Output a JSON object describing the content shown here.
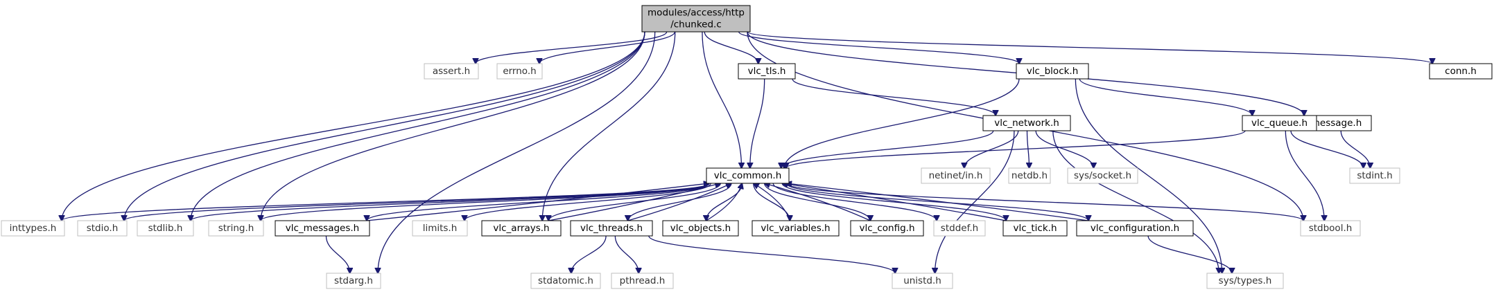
{
  "graph": {
    "nodes": [
      {
        "id": "root",
        "lines": [
          "modules/access/http",
          "/chunked.c"
        ],
        "style": "root"
      },
      {
        "id": "assert",
        "lines": [
          "assert.h"
        ],
        "style": "external"
      },
      {
        "id": "errno",
        "lines": [
          "errno.h"
        ],
        "style": "external"
      },
      {
        "id": "inttypes",
        "lines": [
          "inttypes.h"
        ],
        "style": "external"
      },
      {
        "id": "vlc_tls",
        "lines": [
          "vlc_tls.h"
        ],
        "style": "project"
      },
      {
        "id": "vlc_block",
        "lines": [
          "vlc_block.h"
        ],
        "style": "project"
      },
      {
        "id": "conn",
        "lines": [
          "conn.h"
        ],
        "style": "project"
      },
      {
        "id": "message",
        "lines": [
          "message.h"
        ],
        "style": "project"
      },
      {
        "id": "vlc_network",
        "lines": [
          "vlc_network.h"
        ],
        "style": "project"
      },
      {
        "id": "vlc_queue",
        "lines": [
          "vlc_queue.h"
        ],
        "style": "project"
      },
      {
        "id": "vlc_common",
        "lines": [
          "vlc_common.h"
        ],
        "style": "project"
      },
      {
        "id": "netinet",
        "lines": [
          "netinet/in.h"
        ],
        "style": "external"
      },
      {
        "id": "netdb",
        "lines": [
          "netdb.h"
        ],
        "style": "external"
      },
      {
        "id": "syssocket",
        "lines": [
          "sys/socket.h"
        ],
        "style": "external"
      },
      {
        "id": "stdint",
        "lines": [
          "stdint.h"
        ],
        "style": "external"
      },
      {
        "id": "stdio",
        "lines": [
          "stdio.h"
        ],
        "style": "external"
      },
      {
        "id": "stdlib",
        "lines": [
          "stdlib.h"
        ],
        "style": "external"
      },
      {
        "id": "string",
        "lines": [
          "string.h"
        ],
        "style": "external"
      },
      {
        "id": "vlc_messages",
        "lines": [
          "vlc_messages.h"
        ],
        "style": "project"
      },
      {
        "id": "limits",
        "lines": [
          "limits.h"
        ],
        "style": "external"
      },
      {
        "id": "vlc_arrays",
        "lines": [
          "vlc_arrays.h"
        ],
        "style": "project"
      },
      {
        "id": "vlc_threads",
        "lines": [
          "vlc_threads.h"
        ],
        "style": "project"
      },
      {
        "id": "vlc_objects",
        "lines": [
          "vlc_objects.h"
        ],
        "style": "project"
      },
      {
        "id": "vlc_variables",
        "lines": [
          "vlc_variables.h"
        ],
        "style": "project"
      },
      {
        "id": "vlc_config",
        "lines": [
          "vlc_config.h"
        ],
        "style": "project"
      },
      {
        "id": "stddef",
        "lines": [
          "stddef.h"
        ],
        "style": "external"
      },
      {
        "id": "vlc_tick",
        "lines": [
          "vlc_tick.h"
        ],
        "style": "project"
      },
      {
        "id": "vlc_configuration",
        "lines": [
          "vlc_configuration.h"
        ],
        "style": "project"
      },
      {
        "id": "stdbool",
        "lines": [
          "stdbool.h"
        ],
        "style": "external"
      },
      {
        "id": "stdarg",
        "lines": [
          "stdarg.h"
        ],
        "style": "external"
      },
      {
        "id": "stdatomic",
        "lines": [
          "stdatomic.h"
        ],
        "style": "external"
      },
      {
        "id": "pthread",
        "lines": [
          "pthread.h"
        ],
        "style": "external"
      },
      {
        "id": "unistd",
        "lines": [
          "unistd.h"
        ],
        "style": "external"
      },
      {
        "id": "systypes",
        "lines": [
          "sys/types.h"
        ],
        "style": "external"
      }
    ],
    "edges": [
      [
        "root",
        "assert"
      ],
      [
        "root",
        "errno"
      ],
      [
        "root",
        "inttypes"
      ],
      [
        "root",
        "vlc_tls"
      ],
      [
        "root",
        "vlc_block"
      ],
      [
        "root",
        "conn"
      ],
      [
        "root",
        "message"
      ],
      [
        "root",
        "stdbool"
      ],
      [
        "root",
        "vlc_common"
      ],
      [
        "root",
        "stdio"
      ],
      [
        "root",
        "stdlib"
      ],
      [
        "root",
        "string"
      ],
      [
        "root",
        "stdarg"
      ],
      [
        "root",
        "vlc_arrays"
      ],
      [
        "vlc_tls",
        "vlc_common"
      ],
      [
        "vlc_tls",
        "vlc_network"
      ],
      [
        "vlc_block",
        "vlc_common"
      ],
      [
        "vlc_block",
        "vlc_queue"
      ],
      [
        "vlc_block",
        "systypes"
      ],
      [
        "vlc_network",
        "vlc_common"
      ],
      [
        "vlc_network",
        "netinet"
      ],
      [
        "vlc_network",
        "netdb"
      ],
      [
        "vlc_network",
        "syssocket"
      ],
      [
        "vlc_network",
        "unistd"
      ],
      [
        "vlc_network",
        "systypes"
      ],
      [
        "vlc_queue",
        "vlc_common"
      ],
      [
        "vlc_queue",
        "stdint"
      ],
      [
        "vlc_queue",
        "stdbool"
      ],
      [
        "message",
        "stdint"
      ],
      [
        "vlc_common",
        "inttypes"
      ],
      [
        "vlc_common",
        "stdio"
      ],
      [
        "vlc_common",
        "stdlib"
      ],
      [
        "vlc_common",
        "string"
      ],
      [
        "vlc_common",
        "vlc_messages"
      ],
      [
        "vlc_common",
        "limits"
      ],
      [
        "vlc_common",
        "vlc_arrays"
      ],
      [
        "vlc_common",
        "vlc_threads"
      ],
      [
        "vlc_common",
        "vlc_objects"
      ],
      [
        "vlc_common",
        "vlc_variables"
      ],
      [
        "vlc_common",
        "vlc_config"
      ],
      [
        "vlc_common",
        "stddef"
      ],
      [
        "vlc_common",
        "vlc_tick"
      ],
      [
        "vlc_common",
        "vlc_configuration"
      ],
      [
        "vlc_common",
        "stdbool"
      ],
      [
        "vlc_messages",
        "vlc_common"
      ],
      [
        "vlc_messages",
        "stdarg"
      ],
      [
        "vlc_arrays",
        "vlc_common"
      ],
      [
        "vlc_threads",
        "vlc_common"
      ],
      [
        "vlc_threads",
        "stdatomic"
      ],
      [
        "vlc_threads",
        "pthread"
      ],
      [
        "vlc_threads",
        "unistd"
      ],
      [
        "vlc_objects",
        "vlc_common"
      ],
      [
        "vlc_variables",
        "vlc_common"
      ],
      [
        "vlc_config",
        "vlc_common"
      ],
      [
        "vlc_tick",
        "vlc_common"
      ],
      [
        "vlc_configuration",
        "vlc_common"
      ],
      [
        "vlc_configuration",
        "systypes"
      ]
    ]
  },
  "colors": {
    "edge": "#191970",
    "project_border": "#000000",
    "external_border": "#bfbfbf",
    "root_fill": "#bfbfbf",
    "root_border": "#000000",
    "background": "#ffffff"
  }
}
